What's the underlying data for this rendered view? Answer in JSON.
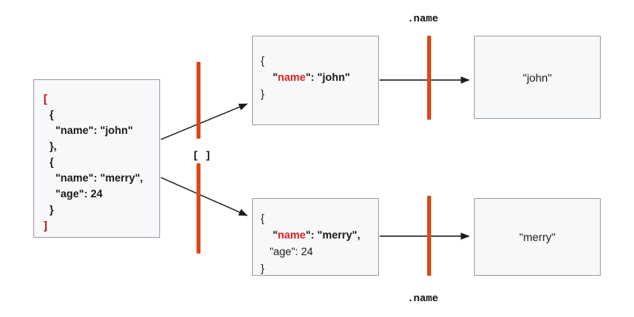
{
  "diagram": {
    "title": "jq pipeline: .[] | .name",
    "accent_color": "#dd4814",
    "key_color": "#e02020",
    "bracket_color": "#cc0000",
    "box_fill": "#f7f8fa",
    "box_border": "#9aa0a6",
    "background": "#ffffff"
  },
  "source_box": {
    "name": "source-json-array",
    "lines": {
      "open_bracket": "[",
      "l1": "  {",
      "l2": "    \"name\": \"john\"",
      "l3": "  },",
      "l4": "  {",
      "l5": "    \"name\": \"merry\",",
      "l6": "    \"age\": 24",
      "l7": "  }",
      "close_bracket": "]"
    }
  },
  "object_boxes": [
    {
      "name": "object-john",
      "open_brace": "{",
      "indent": "    ",
      "quote_open": "\"",
      "key": "name",
      "quote_close": "\"",
      "separator": ": ",
      "value": "\"john\"",
      "close_brace": "}"
    },
    {
      "name": "object-merry",
      "open_brace": "{",
      "indent": "    ",
      "quote_open": "\"",
      "key": "name",
      "quote_close": "\"",
      "separator": ": ",
      "value": "\"merry\",",
      "extra_line": "   \"age\": 24",
      "close_brace": "}"
    }
  ],
  "result_boxes": [
    {
      "name": "result-john",
      "value": "\"john\""
    },
    {
      "name": "result-merry",
      "value": "\"merry\""
    }
  ],
  "labels": {
    "top_filter": ".name",
    "bottom_filter": ".name",
    "array_iterator": "[ ]"
  },
  "pipes": [
    {
      "name": "pipe-array-top"
    },
    {
      "name": "pipe-array-bottom"
    },
    {
      "name": "pipe-name-top"
    },
    {
      "name": "pipe-name-bottom"
    }
  ]
}
